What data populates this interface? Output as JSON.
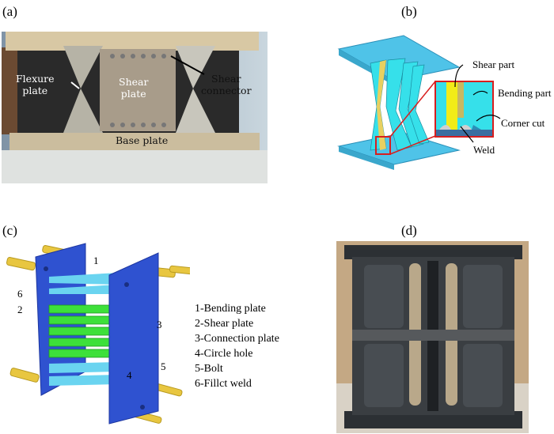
{
  "panels": {
    "a": {
      "label": "(a)",
      "annotations": {
        "flexure_plate": "Flexure\nplate",
        "shear_plate": "Shear\nplate",
        "shear_connector": "Shear\nconnector",
        "base_plate": "Base plate"
      }
    },
    "b": {
      "label": "(b)",
      "annotations": {
        "shear_part": "Shear part",
        "bending_part": "Bending part",
        "corner_cut": "Corner cut",
        "weld": "Weld"
      }
    },
    "c": {
      "label": "(c)",
      "callouts": [
        "1",
        "2",
        "3",
        "4",
        "5",
        "6"
      ],
      "legend": [
        "1-Bending plate",
        "2-Shear plate",
        "3-Connection plate",
        "4-Circle hole",
        "5-Bolt",
        "6-Fillct weld"
      ]
    },
    "d": {
      "label": "(d)"
    }
  },
  "colors": {
    "cyan": "#35d6e8",
    "blue_plate": "#2f52d0",
    "green": "#3de03a",
    "yellow": "#e8c640",
    "red": "#d81e1e"
  }
}
